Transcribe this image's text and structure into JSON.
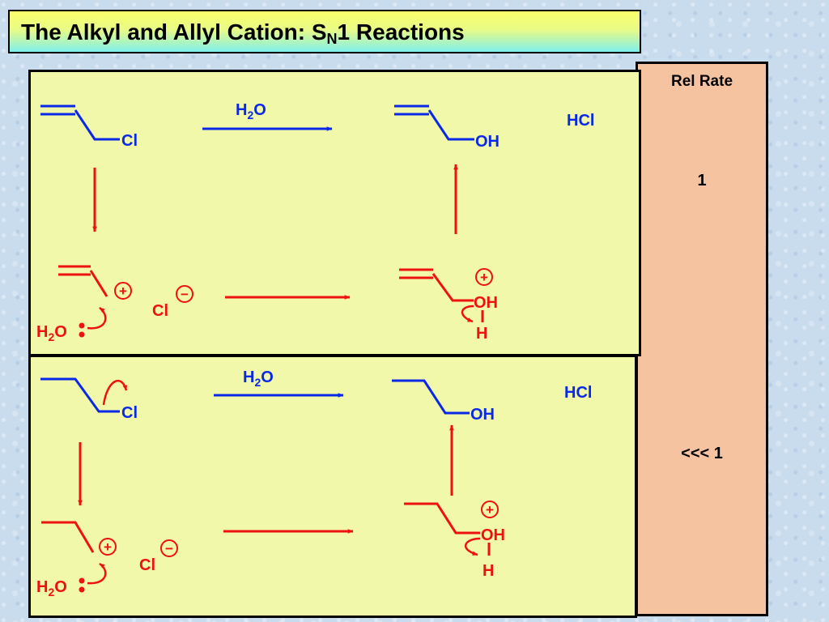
{
  "title": {
    "prefix": "The Alkyl and Allyl Cation: S",
    "subscript": "N",
    "suffix": "1 Reactions"
  },
  "rate_column": {
    "header": "Rel Rate",
    "allyl_value": "1",
    "alkyl_value": "<<< 1"
  },
  "labels": {
    "chloride": "Cl",
    "hydroxyl": "OH",
    "hydrogen": "H",
    "water_H": "H",
    "water_sub": "2",
    "water_O": "O",
    "hcl": "HCl",
    "plus": "+",
    "minus": "−"
  },
  "colors": {
    "blue_path": "#0a28e8",
    "red_path": "#ee1111",
    "panel_fill": "#f1f8a9",
    "rate_fill": "#f6c3a0"
  }
}
